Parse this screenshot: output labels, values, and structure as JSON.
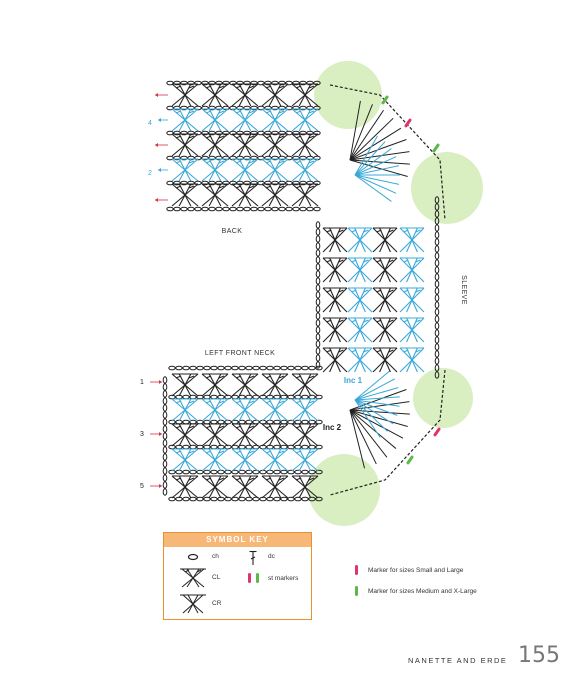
{
  "labels": {
    "back": "BACK",
    "left_front_neck": "LEFT FRONT NECK",
    "sleeve": "SLEEVE",
    "inc1": "Inc 1",
    "inc2": "Inc 2"
  },
  "back_row_numbers": [
    "4",
    "2"
  ],
  "front_row_numbers": [
    "1",
    "3",
    "5"
  ],
  "symbol_key": {
    "title": "SYMBOL KEY",
    "ch": "ch",
    "dc": "dc",
    "cl": "CL",
    "cr": "CR",
    "st_markers": "st markers"
  },
  "legend": {
    "small_large": "Marker for sizes Small and Large",
    "medium_xl": "Marker for sizes Medium and X-Large"
  },
  "footer": {
    "credit": "NANETTE AND ERDE",
    "page": "155"
  },
  "colors": {
    "black_yarn": "#222222",
    "blue_yarn": "#3aa8d8",
    "green_highlight": "#d9efc2",
    "pink_marker": "#e0336e",
    "green_marker": "#5cb848",
    "arrow_red": "#d6324a",
    "key_border": "#e8912e"
  },
  "icons": [
    "chain-icon",
    "double-crochet-icon",
    "cluster-icon",
    "cross-icon",
    "stitch-marker-icon"
  ]
}
